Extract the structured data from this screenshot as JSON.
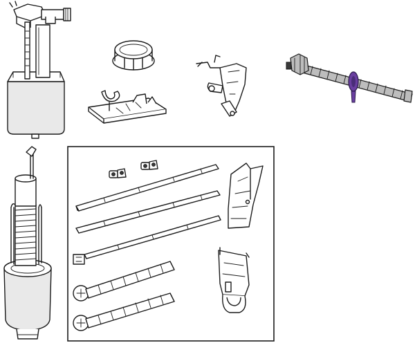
{
  "figure": {
    "background_color": "#ffffff",
    "line_color": "#1a1a1a",
    "accent_color": "#6a3fa0",
    "parts": [
      {
        "id": "fill-valve",
        "icon": "fill-valve-icon"
      },
      {
        "id": "ring-clip",
        "icon": "ring-clip-icon"
      },
      {
        "id": "mounting-bracket",
        "icon": "mounting-bracket-icon"
      },
      {
        "id": "lever-linkage",
        "icon": "lever-linkage-icon"
      },
      {
        "id": "flexible-hose",
        "icon": "flexible-hose-icon"
      },
      {
        "id": "flush-valve",
        "icon": "flush-valve-icon"
      },
      {
        "id": "small-clips",
        "icon": "clip-icon"
      },
      {
        "id": "threaded-rods",
        "icon": "threaded-rod-icon"
      },
      {
        "id": "rod-guide",
        "icon": "rod-guide-icon"
      },
      {
        "id": "wall-bracket",
        "icon": "wall-bracket-icon"
      },
      {
        "id": "anchor-bolts",
        "icon": "anchor-bolt-icon"
      }
    ]
  }
}
